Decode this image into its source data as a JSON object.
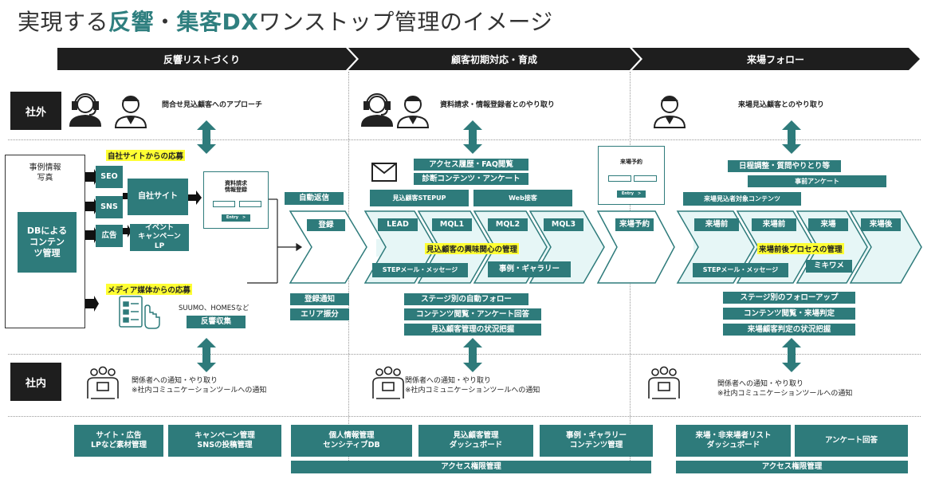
{
  "title": {
    "pre": "実現する",
    "hl1": "反響",
    "mid": "・",
    "hl2": "集客DX",
    "post": "ワンストップ管理のイメージ"
  },
  "phases": [
    "反響リストづくり",
    "顧客初期対応・育成",
    "来場フォロー"
  ],
  "sides": {
    "outside": "社外",
    "inside": "社内"
  },
  "top_labels": [
    "問合せ見込顧客へのアプローチ",
    "資料請求・情報登録者とのやり取り",
    "来場見込顧客とのやり取り"
  ],
  "left": {
    "case_info": "事例情報\n写真",
    "db": "DBによる\nコンテン\nツ管理",
    "own_site_label": "自社サイトからの応募",
    "channels": [
      "SEO",
      "SNS",
      "広告"
    ],
    "own_site": "自社サイト",
    "event_lp": "イベント\nキャンペーン\nLP",
    "form_title": "資料請求\n情報登録",
    "form_entry": "Entry　>",
    "media_label": "メディア媒体からの応募",
    "suumo": "SUUMO、HOMESなど",
    "collect": "反響収集"
  },
  "register": {
    "auto_reply": "自動返信",
    "register": "登録",
    "notify": "登録通知",
    "assign": "エリア振分"
  },
  "nurture": {
    "access": "アクセス履歴・FAQ閲覧",
    "diagnosis": "診断コンテンツ・アンケート",
    "stepup": "見込顧客STEPUP",
    "web": "Web接客",
    "stages": [
      "LEAD",
      "MQL1",
      "MQL2",
      "MQL3"
    ],
    "interest": "見込顧客の興味関心の管理",
    "step_mail": "STEPメール・メッセージ",
    "gallery": "事例・ギャラリー",
    "auto_follow": "ステージ別の自動フォロー",
    "content_view": "コンテンツ閲覧・アンケート回答",
    "status": "見込顧客管理の状況把握"
  },
  "visit_res": {
    "form_title": "来場予約",
    "form_entry": "Entry　>",
    "label": "来場予約"
  },
  "follow": {
    "schedule": "日程調整・質問やりとり等",
    "pre_survey": "事前アンケート",
    "content": "来場見込者対象コンテンツ",
    "stages": [
      "来場前",
      "来場前",
      "来場",
      "来場後"
    ],
    "process": "来場前後プロセスの管理",
    "step_mail": "STEPメール・メッセージ",
    "mikiwame": "ミキワメ",
    "stage_follow": "ステージ別のフォローアップ",
    "content_judge": "コンテンツ閲覧・来場判定",
    "status": "来場顧客判定の状況把握"
  },
  "internal_note": "関係者への通知・やり取り\n※社内コミュニケーションツールへの通知",
  "bottom": {
    "site_ad": "サイト・広告\nLPなど素材管理",
    "campaign": "キャンペーン管理\nSNSの投稿管理",
    "personal": "個人情報管理\nセンシティブDB",
    "dashboard": "見込顧客管理\nダッシュボード",
    "gallery": "事例・ギャラリー\nコンテンツ管理",
    "visit_list": "来場・非来場者リスト\nダッシュボード",
    "survey": "アンケート回答",
    "access1": "アクセス権限管理",
    "access2": "アクセス権限管理"
  },
  "colors": {
    "teal": "#2e7b7b",
    "dark": "#1e1e1e",
    "highlight": "#ffff33",
    "chevron_light": "#e6f6f6"
  }
}
